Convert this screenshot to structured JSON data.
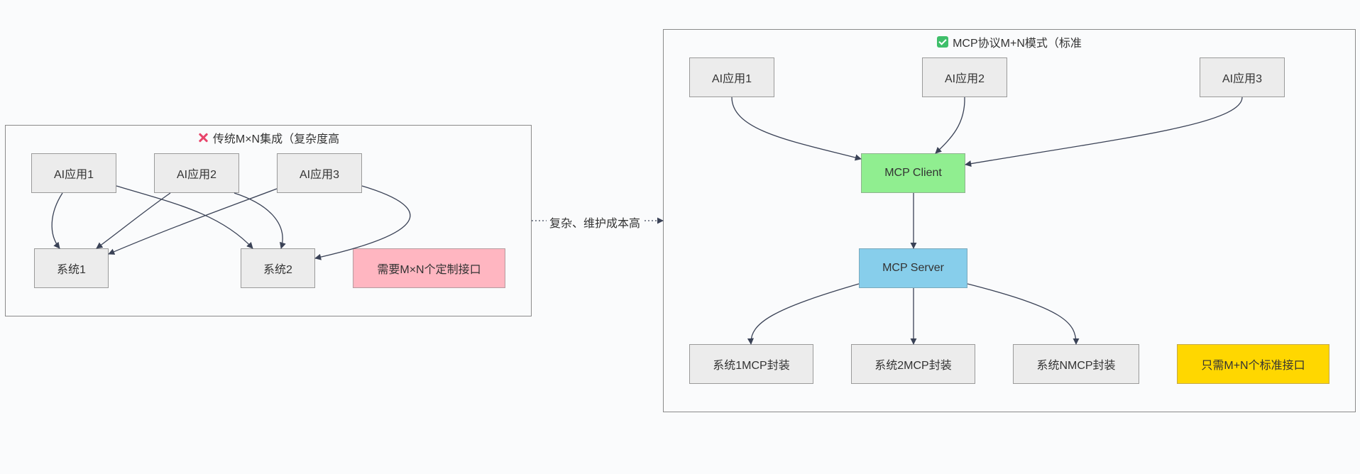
{
  "left_group": {
    "title": "传统M×N集成（复杂度高",
    "icon": "cross-mark-icon",
    "nodes": {
      "app1": "AI应用1",
      "app2": "AI应用2",
      "app3": "AI应用3",
      "sys1": "系统1",
      "sys2": "系统2",
      "note": "需要M×N个定制接口"
    }
  },
  "connector_label": "复杂、维护成本高",
  "right_group": {
    "title": "MCP协议M+N模式（标准",
    "icon": "check-mark-icon",
    "nodes": {
      "app1": "AI应用1",
      "app2": "AI应用2",
      "app3": "AI应用3",
      "client": "MCP Client",
      "server": "MCP Server",
      "sys1": "系统1MCP封装",
      "sys2": "系统2MCP封装",
      "sysN": "系统NMCP封装",
      "note": "只需M+N个标准接口"
    }
  },
  "colors": {
    "edge": "#3a4256",
    "node_fill": "#ececec",
    "client_fill": "#90ee90",
    "server_fill": "#87ceeb",
    "pink_note": "#ffb6c1",
    "gold_note": "#ffd700"
  }
}
